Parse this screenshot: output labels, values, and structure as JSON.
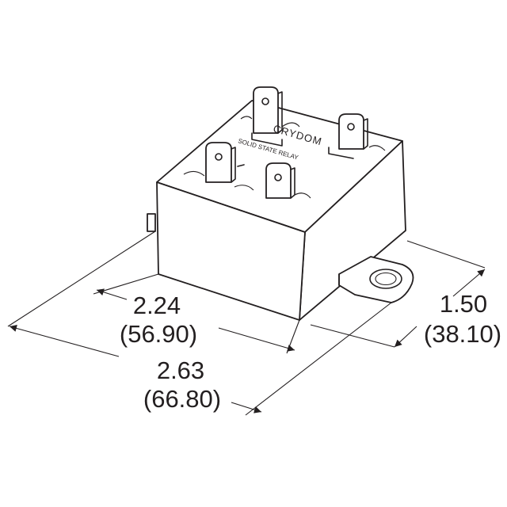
{
  "brand": {
    "name": "CRYDOM",
    "subtitle": "SOLID STATE RELAY"
  },
  "dimensions": {
    "inner_width": {
      "inch": "2.24",
      "mm": "(56.90)"
    },
    "overall_width": {
      "inch": "2.63",
      "mm": "(66.80)"
    },
    "depth": {
      "inch": "1.50",
      "mm": "(38.10)"
    }
  },
  "colors": {
    "line": "#231f20",
    "background": "#ffffff"
  }
}
